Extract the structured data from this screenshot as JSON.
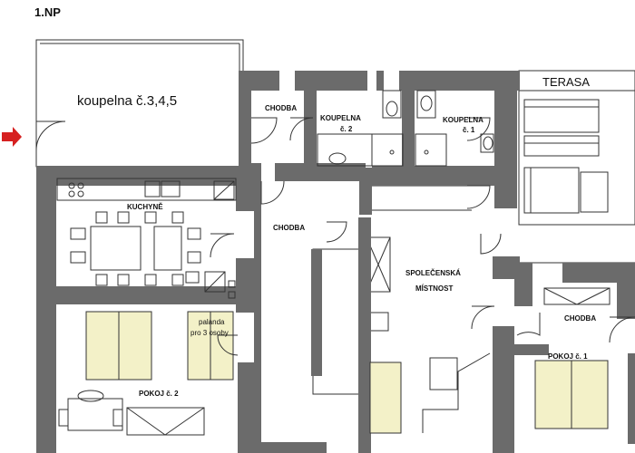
{
  "floor_label": "1.NP",
  "colors": {
    "wall": "#6b6b6b",
    "line": "#333333",
    "bed": "#f3f1c8",
    "arrow": "#d62020",
    "background": "#ffffff"
  },
  "rooms": {
    "koupelna_345": "koupelna č.3,4,5",
    "chodba_top": "CHODBA",
    "koupelna_2": [
      "KOUPELNA",
      "č. 2"
    ],
    "koupelna_1": [
      "KOUPELNA",
      "č. 1"
    ],
    "terasa": "TERASA",
    "kuchyne": "KUCHYNĚ",
    "chodba_mid": "CHODBA",
    "spolecenska": [
      "SPOLEČENSKÁ",
      "MÍSTNOST"
    ],
    "chodba_right": "CHODBA",
    "pokoj_2": "POKOJ č. 2",
    "pokoj_1": "POKOJ č. 1"
  },
  "annotations": {
    "palanda": [
      "palanda",
      "pro 3  osoby"
    ]
  },
  "icons": {
    "entrance": "arrow-right-icon"
  }
}
